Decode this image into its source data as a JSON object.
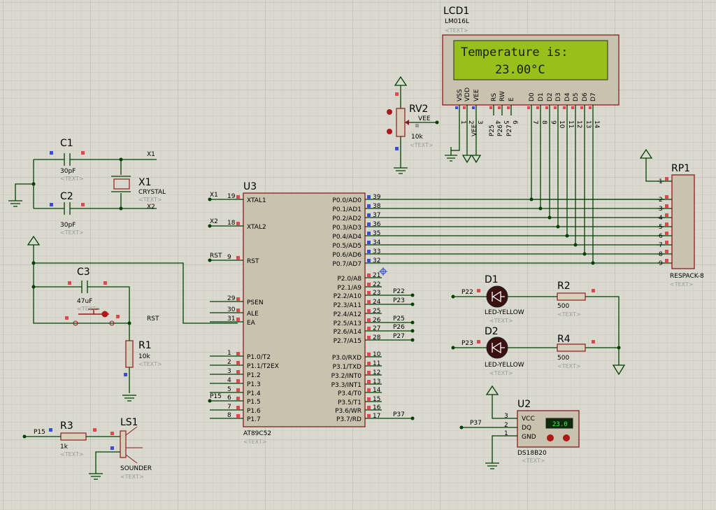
{
  "lcd": {
    "ref": "LCD1",
    "part": "LM016L",
    "placeholder": "<TEXT>",
    "line1": "Temperature is:",
    "line2": "23.00°C",
    "pins": [
      "VSS",
      "VDD",
      "VEE",
      "RS",
      "RW",
      "E",
      "D0",
      "D1",
      "D2",
      "D3",
      "D4",
      "D5",
      "D6",
      "D7"
    ],
    "pin_numbers": [
      "1",
      "2",
      "3",
      "4",
      "5",
      "6",
      "7",
      "8",
      "9",
      "10",
      "11",
      "12",
      "13",
      "14"
    ],
    "nets": [
      "VEE",
      "P25",
      "P26",
      "P27"
    ]
  },
  "rv2": {
    "ref": "RV2",
    "value": "10k",
    "net": "VEE",
    "placeholder": "<TEXT>"
  },
  "c1": {
    "ref": "C1",
    "value": "30pF",
    "placeholder": "<TEXT>"
  },
  "c2": {
    "ref": "C2",
    "value": "30pF",
    "placeholder": "<TEXT>"
  },
  "x1": {
    "ref": "X1",
    "part": "CRYSTAL",
    "placeholder": "<TEXT>",
    "net1": "X1",
    "net2": "X2"
  },
  "c3": {
    "ref": "C3",
    "value": "47uF",
    "placeholder": "<TEXT>"
  },
  "r1": {
    "ref": "R1",
    "value": "10k",
    "placeholder": "<TEXT>",
    "net": "RST"
  },
  "r3": {
    "ref": "R3",
    "value": "1k",
    "placeholder": "<TEXT>",
    "net": "P15"
  },
  "ls1": {
    "ref": "LS1",
    "part": "SOUNDER",
    "placeholder": "<TEXT>"
  },
  "u3": {
    "ref": "U3",
    "part": "AT89C52",
    "placeholder": "<TEXT>",
    "left": [
      {
        "num": "19",
        "name": "XTAL1",
        "net": "X1"
      },
      {
        "num": "18",
        "name": "XTAL2",
        "net": "X2"
      },
      {
        "num": "9",
        "name": "RST",
        "net": "RST"
      },
      {
        "num": "29",
        "name": "PSEN",
        "net": ""
      },
      {
        "num": "30",
        "name": "ALE",
        "net": ""
      },
      {
        "num": "31",
        "name": "EA",
        "net": ""
      },
      {
        "num": "1",
        "name": "P1.0/T2",
        "net": ""
      },
      {
        "num": "2",
        "name": "P1.1/T2EX",
        "net": ""
      },
      {
        "num": "3",
        "name": "P1.2",
        "net": ""
      },
      {
        "num": "4",
        "name": "P1.3",
        "net": ""
      },
      {
        "num": "5",
        "name": "P1.4",
        "net": ""
      },
      {
        "num": "6",
        "name": "P1.5",
        "net": "P15"
      },
      {
        "num": "7",
        "name": "P1.6",
        "net": ""
      },
      {
        "num": "8",
        "name": "P1.7",
        "net": ""
      }
    ],
    "right": [
      {
        "num": "39",
        "name": "P0.0/AD0",
        "net": ""
      },
      {
        "num": "38",
        "name": "P0.1/AD1",
        "net": ""
      },
      {
        "num": "37",
        "name": "P0.2/AD2",
        "net": ""
      },
      {
        "num": "36",
        "name": "P0.3/AD3",
        "net": ""
      },
      {
        "num": "35",
        "name": "P0.4/AD4",
        "net": ""
      },
      {
        "num": "34",
        "name": "P0.5/AD5",
        "net": ""
      },
      {
        "num": "33",
        "name": "P0.6/AD6",
        "net": ""
      },
      {
        "num": "32",
        "name": "P0.7/AD7",
        "net": ""
      },
      {
        "num": "21",
        "name": "P2.0/A8",
        "net": ""
      },
      {
        "num": "22",
        "name": "P2.1/A9",
        "net": ""
      },
      {
        "num": "23",
        "name": "P2.2/A10",
        "net": "P22"
      },
      {
        "num": "24",
        "name": "P2.3/A11",
        "net": "P23"
      },
      {
        "num": "25",
        "name": "P2.4/A12",
        "net": ""
      },
      {
        "num": "26",
        "name": "P2.5/A13",
        "net": "P25"
      },
      {
        "num": "27",
        "name": "P2.6/A14",
        "net": "P26"
      },
      {
        "num": "28",
        "name": "P2.7/A15",
        "net": "P27"
      },
      {
        "num": "10",
        "name": "P3.0/RXD",
        "net": ""
      },
      {
        "num": "11",
        "name": "P3.1/TXD",
        "net": ""
      },
      {
        "num": "12",
        "name": "P3.2/INT0",
        "net": ""
      },
      {
        "num": "13",
        "name": "P3.3/INT1",
        "net": ""
      },
      {
        "num": "14",
        "name": "P3.4/T0",
        "net": ""
      },
      {
        "num": "15",
        "name": "P3.5/T1",
        "net": ""
      },
      {
        "num": "16",
        "name": "P3.6/WR",
        "net": ""
      },
      {
        "num": "17",
        "name": "P3.7/RD",
        "net": "P37"
      }
    ]
  },
  "rp1": {
    "ref": "RP1",
    "part": "RESPACK-8",
    "placeholder": "<TEXT>",
    "pins": [
      "1",
      "2",
      "3",
      "4",
      "5",
      "6",
      "7",
      "8",
      "9"
    ]
  },
  "d1": {
    "ref": "D1",
    "part": "LED-YELLOW",
    "placeholder": "<TEXT>",
    "net": "P22"
  },
  "d2": {
    "ref": "D2",
    "part": "LED-YELLOW",
    "placeholder": "<TEXT>",
    "net": "P23"
  },
  "r2": {
    "ref": "R2",
    "value": "500",
    "placeholder": "<TEXT>"
  },
  "r4": {
    "ref": "R4",
    "value": "500",
    "placeholder": "<TEXT>"
  },
  "u2": {
    "ref": "U2",
    "part": "DS18B20",
    "placeholder": "<TEXT>",
    "reading": "23.0",
    "net": "P37",
    "pins": [
      {
        "num": "3",
        "name": "VCC"
      },
      {
        "num": "2",
        "name": "DQ"
      },
      {
        "num": "1",
        "name": "GND"
      }
    ]
  }
}
